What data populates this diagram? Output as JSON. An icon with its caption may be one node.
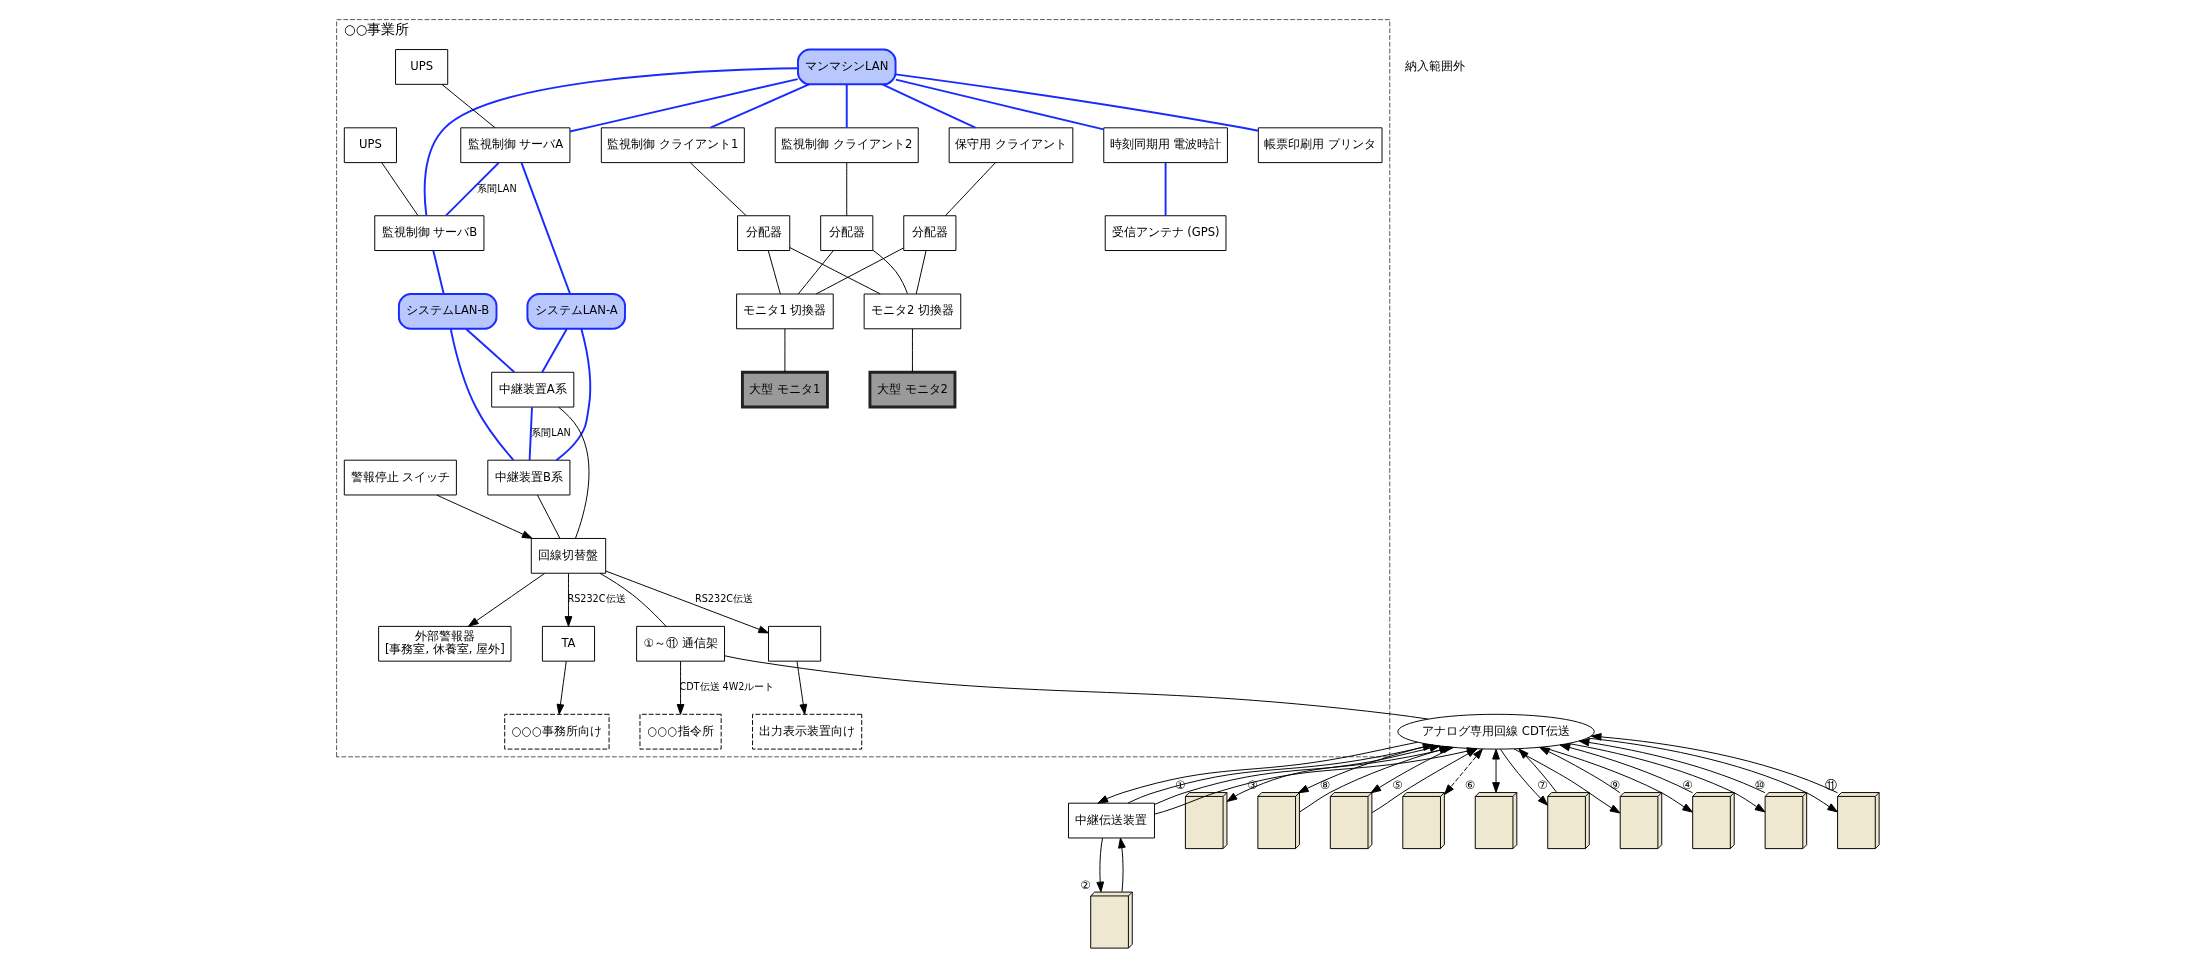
{
  "diagram": {
    "nodes": [
      {
        "text": [
          "○○事業所"
        ]
      },
      {
        "text": [
          "マンマシンLAN"
        ],
        "in": 0
      },
      {
        "text": [
          "時刻同期用 電波時計"
        ],
        "in": 0
      },
      {
        "text": [
          "受信アンテナ (GPS)"
        ],
        "in": 0
      },
      {
        "text": [
          "帳票印刷用 プリンタ"
        ],
        "in": 0
      },
      {
        "text": [
          "UPS"
        ],
        "in": 0
      },
      {
        "text": [
          "監視制御 サーバA"
        ],
        "in": 0
      },
      {
        "text": [
          "UPS"
        ],
        "in": 0
      },
      {
        "text": [
          "監視制御 サーバB"
        ],
        "in": 0
      },
      {
        "text": [
          "監視制御 クライアント1"
        ],
        "in": 0
      },
      {
        "text": [
          "監視制御 クライアント2"
        ],
        "in": 0
      },
      {
        "text": [
          "保守用 クライアント"
        ],
        "in": 0
      },
      {
        "text": [
          "分配器"
        ],
        "in": 0
      },
      {
        "text": [
          "分配器"
        ],
        "in": 0
      },
      {
        "text": [
          "分配器"
        ],
        "in": 0
      },
      {
        "text": [
          "モニタ1 切換器"
        ],
        "in": 0
      },
      {
        "text": [
          "モニタ2 切換器"
        ],
        "in": 0
      },
      {
        "text": [
          "システムLAN-A"
        ],
        "in": 0
      },
      {
        "text": [
          "システムLAN-B"
        ],
        "in": 0
      },
      {
        "text": [
          "中継装置A系"
        ],
        "in": 0
      },
      {
        "text": [
          "中継装置B系"
        ],
        "in": 0
      },
      {
        "text": [
          "大型 モニタ1"
        ],
        "in": 0
      },
      {
        "text": [
          "大型 モニタ2"
        ],
        "in": 0
      },
      {
        "text": [
          "警報停止 スイッチ"
        ],
        "in": 0
      },
      {
        "text": [
          "外部警報器",
          "[事務室, 休養室, 屋外]"
        ],
        "in": 0
      },
      {
        "text": [
          "回線切替盤"
        ],
        "in": 0
      },
      {
        "text": [
          "①～⑪ 通信架"
        ],
        "in": 0
      },
      {
        "text": [
          "TA"
        ],
        "in": 0
      },
      {
        "text": [],
        "shape": "box",
        "in": 0
      },
      {
        "text": [
          "○○○事務所向け"
        ],
        "in": 0
      },
      {
        "text": [
          "出力表示装置向け"
        ],
        "in": 0
      },
      {
        "text": [
          "○○○指令所"
        ],
        "in": 0
      },
      {
        "text": [
          "アナログ専用回線 CDT伝送"
        ]
      },
      {
        "text": [
          "中継伝送装置"
        ]
      },
      {
        "text": [],
        "shape": "picture",
        "beside": [
          "①"
        ]
      },
      {
        "text": [],
        "shape": "picture",
        "beside": [
          "②"
        ]
      },
      {
        "text": [],
        "shape": "picture",
        "beside": [
          "③"
        ]
      },
      {
        "text": [],
        "shape": "picture",
        "beside": [
          "⑧"
        ]
      },
      {
        "text": [],
        "shape": "picture",
        "beside": [
          "⑤"
        ]
      },
      {
        "text": [],
        "shape": "picture",
        "beside": [
          "⑥"
        ]
      },
      {
        "text": [],
        "shape": "picture",
        "beside": [
          "⑦"
        ]
      },
      {
        "text": [],
        "shape": "picture",
        "beside": [
          "⑨"
        ]
      },
      {
        "text": [],
        "shape": "picture",
        "beside": [
          "④"
        ]
      },
      {
        "text": [],
        "shape": "picture",
        "beside": [
          "⑩"
        ]
      },
      {
        "text": [],
        "shape": "picture",
        "beside": [
          "⑪"
        ]
      }
    ],
    "edges": [
      {
        "from": 1,
        "to": 2,
        "arrow": "none",
        "color": "#1a2bff"
      },
      {
        "from": 1,
        "to": 4,
        "arrow": "none",
        "color": "#1a2bff"
      },
      {
        "from": 1,
        "to": 6,
        "arrow": "none",
        "color": "#1a2bff"
      },
      {
        "from": 1,
        "to": 8,
        "arrow": "none",
        "color": "#1a2bff"
      },
      {
        "from": 1,
        "to": 9,
        "arrow": "none",
        "color": "#1a2bff"
      },
      {
        "from": 1,
        "to": 10,
        "arrow": "none",
        "color": "#1a2bff"
      },
      {
        "from": 1,
        "to": 11,
        "arrow": "none",
        "color": "#1a2bff"
      },
      {
        "from": 2,
        "to": 3,
        "arrow": "none",
        "color": "#1a2bff"
      },
      {
        "from": 5,
        "to": 6,
        "arrow": "none"
      },
      {
        "from": 7,
        "to": 8,
        "arrow": "none"
      },
      {
        "from": 6,
        "to": 8,
        "label": "系間LAN",
        "arrow": "none",
        "color": "#1a2bff"
      },
      {
        "from": 6,
        "to": 17,
        "arrow": "none",
        "color": "#1a2bff"
      },
      {
        "from": 8,
        "to": 18,
        "arrow": "none",
        "color": "#1a2bff"
      },
      {
        "from": 17,
        "to": 19,
        "arrow": "none",
        "color": "#1a2bff"
      },
      {
        "from": 17,
        "to": 20,
        "arrow": "none",
        "color": "#1a2bff"
      },
      {
        "from": 18,
        "to": 19,
        "arrow": "none",
        "color": "#1a2bff"
      },
      {
        "from": 18,
        "to": 20,
        "arrow": "none",
        "color": "#1a2bff"
      },
      {
        "from": 19,
        "to": 20,
        "label": "系間LAN",
        "arrow": "none",
        "color": "#1a2bff"
      },
      {
        "from": 19,
        "to": 25,
        "arrow": "none"
      },
      {
        "from": 20,
        "to": 25,
        "arrow": "none"
      },
      {
        "from": 9,
        "to": 12,
        "arrow": "none"
      },
      {
        "from": 10,
        "to": 13,
        "arrow": "none"
      },
      {
        "from": 11,
        "to": 14,
        "arrow": "none"
      },
      {
        "from": 12,
        "to": 15,
        "arrow": "none"
      },
      {
        "from": 13,
        "to": 15,
        "arrow": "none"
      },
      {
        "from": 14,
        "to": 15,
        "arrow": "none"
      },
      {
        "from": 12,
        "to": 16,
        "arrow": "none"
      },
      {
        "from": 13,
        "to": 16,
        "arrow": "none"
      },
      {
        "from": 14,
        "to": 16,
        "arrow": "none"
      },
      {
        "from": 15,
        "to": 21,
        "arrow": "none"
      },
      {
        "from": 16,
        "to": 22,
        "arrow": "none"
      },
      {
        "from": 23,
        "to": 25,
        "arrow": "to"
      },
      {
        "from": 25,
        "to": 24,
        "arrow": "to"
      },
      {
        "from": 25,
        "to": 27,
        "label": "RS232C伝送",
        "arrow": "to"
      },
      {
        "from": 25,
        "to": 28,
        "label": "RS232C伝送",
        "arrow": "to"
      },
      {
        "from": 27,
        "to": 29,
        "arrow": "to"
      },
      {
        "from": 28,
        "to": 30,
        "arrow": "to"
      },
      {
        "from": 25,
        "to": 26,
        "arrow": "none"
      },
      {
        "from": 26,
        "to": 31,
        "label": "CDT伝送 4W2ルート",
        "arrow": "to"
      },
      {
        "from": 26,
        "to": 32,
        "arrow": "none"
      },
      {
        "from": 32,
        "to": 34,
        "arrow": "both"
      },
      {
        "from": 32,
        "to": 33,
        "arrow": "to"
      },
      {
        "from": 33,
        "to": 32,
        "arrow": "to"
      },
      {
        "from": 33,
        "to": 32,
        "arrow": "to"
      },
      {
        "from": 33,
        "to": 32,
        "arrow": "to"
      },
      {
        "from": 33,
        "to": 35,
        "arrow": "to"
      },
      {
        "from": 35,
        "to": 33,
        "arrow": "to"
      },
      {
        "from": 32,
        "to": 36,
        "arrow": "to"
      },
      {
        "from": 36,
        "to": 32,
        "arrow": "to"
      },
      {
        "from": 32,
        "to": 37,
        "arrow": "to"
      },
      {
        "from": 37,
        "to": 32,
        "arrow": "to"
      },
      {
        "from": 32,
        "to": 38,
        "arrow": "both",
        "style": "dashed"
      },
      {
        "from": 32,
        "to": 39,
        "arrow": "both"
      },
      {
        "from": 32,
        "to": 40,
        "arrow": "to"
      },
      {
        "from": 40,
        "to": 32,
        "arrow": "to"
      },
      {
        "from": 32,
        "to": 41,
        "arrow": "to"
      },
      {
        "from": 41,
        "to": 32,
        "arrow": "to"
      },
      {
        "from": 32,
        "to": 42,
        "arrow": "to"
      },
      {
        "from": 42,
        "to": 32,
        "arrow": "to"
      },
      {
        "from": 32,
        "to": 43,
        "arrow": "to"
      },
      {
        "from": 43,
        "to": 32,
        "arrow": "to"
      },
      {
        "from": 32,
        "to": 44,
        "arrow": "to"
      },
      {
        "from": 44,
        "to": 32,
        "arrow": "to"
      }
    ],
    "labels": [
      "納入範囲外"
    ]
  }
}
